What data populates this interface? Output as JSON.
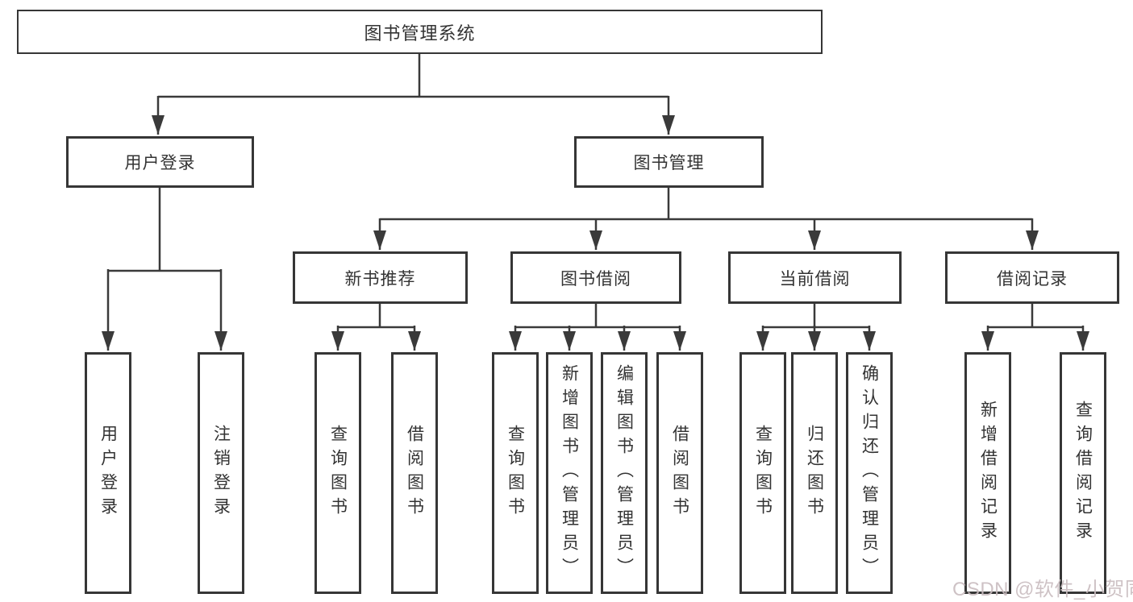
{
  "diagram": {
    "title": "图书管理系统",
    "root": {
      "label": "图书管理系统"
    },
    "level2": {
      "user_login": {
        "label": "用户登录"
      },
      "book_management": {
        "label": "图书管理"
      }
    },
    "level3": {
      "new_book_recommend": {
        "label": "新书推荐"
      },
      "book_borrow": {
        "label": "图书借阅"
      },
      "current_borrow": {
        "label": "当前借阅"
      },
      "borrow_records": {
        "label": "借阅记录"
      }
    },
    "leaves": {
      "user_login": [
        "用户登录",
        "注销登录"
      ],
      "new_book_recommend": [
        "查询图书",
        "借阅图书"
      ],
      "book_borrow": [
        "查询图书",
        "新增图书（管理员）",
        "编辑图书（管理员）",
        "借阅图书"
      ],
      "current_borrow": [
        "查询图书",
        "归还图书",
        "确认归还（管理员）"
      ],
      "borrow_records": [
        "新增借阅记录",
        "查询借阅记录"
      ]
    }
  },
  "watermark": {
    "text": "CSDN @软件_小贺同学",
    "color": "#c9bcbf"
  },
  "colors": {
    "line": "#3a3a3a",
    "box_border": "#363636",
    "text": "#333333",
    "background": "#ffffff"
  }
}
